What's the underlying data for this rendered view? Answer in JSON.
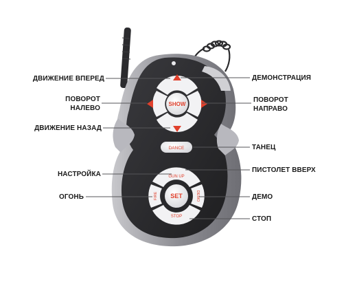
{
  "callouts": {
    "forward": "ДВИЖЕНИЕ ВПЕРЕД",
    "turn_left": "ПОВОРОТ\nНАЛЕВО",
    "backward": "ДВИЖЕНИЕ НАЗАД",
    "settings": "НАСТРОЙКА",
    "fire": "ОГОНЬ",
    "demonstration": "ДЕМОНСТРАЦИЯ",
    "turn_right": "ПОВОРОТ\nНАПРАВО",
    "dance": "ТАНЕЦ",
    "gun_up": "ПИСТОЛЕТ ВВЕРХ",
    "demo": "ДЕМО",
    "stop": "СТОП"
  },
  "remote_buttons": {
    "show": "SHOW",
    "dance": "DANCE",
    "gun_up": "GUN UP",
    "set": "SET",
    "fire": "FIRE",
    "demo": "DEMO",
    "stop": "STOP"
  },
  "colors": {
    "arrow": "#e0402c",
    "button_text": "#e0402c",
    "body_dark": "#2a2a2c",
    "rim": "#9a9aa0"
  },
  "icons": {
    "up": "triangle-up",
    "down": "triangle-down",
    "left": "triangle-left",
    "right": "triangle-right"
  }
}
